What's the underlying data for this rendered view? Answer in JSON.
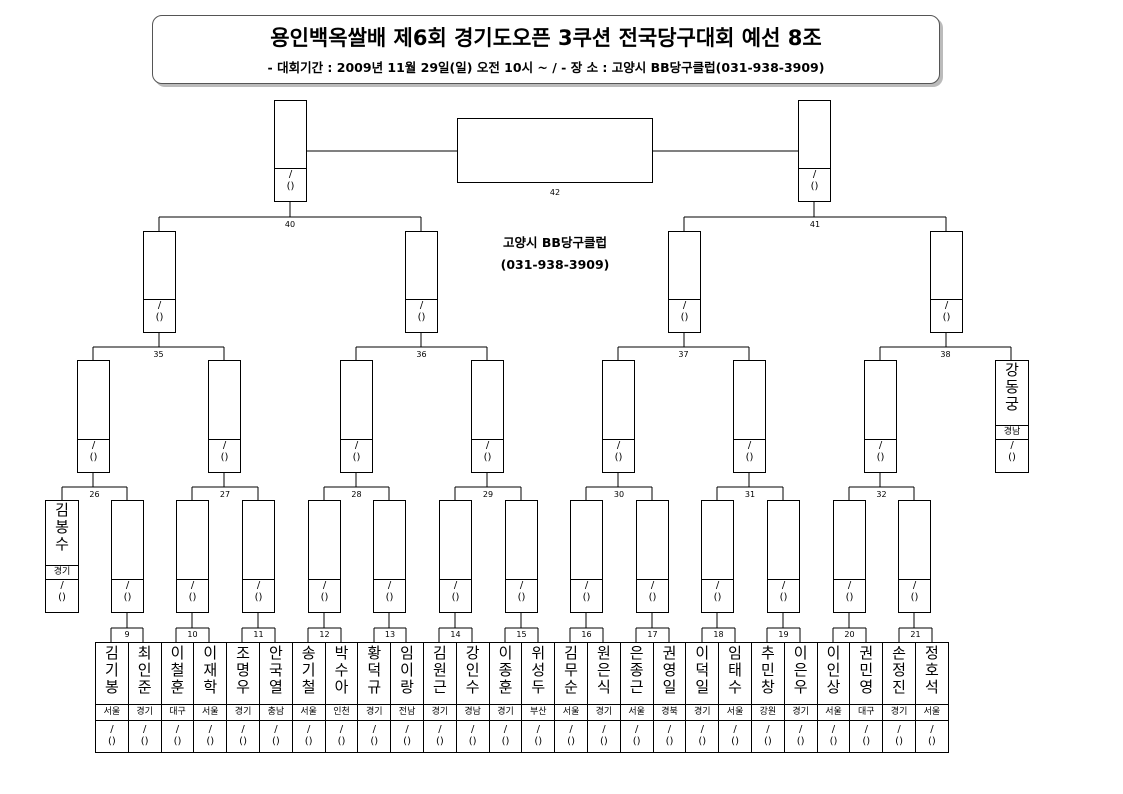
{
  "header": {
    "title": "용인백옥쌀배 제6회 경기도오픈 3쿠션 전국당구대회 예선 8조",
    "subtitle": "- 대회기간 : 2009년 11월 29일(일) 오전 10시 ~  /  - 장 소 : 고양시 BB당구클럽(031-938-3909)"
  },
  "venue": {
    "name": "고양시 BB당구클럽",
    "phone": "(031-938-3909)"
  },
  "score_blank": "/\n()",
  "matches": {
    "m9": "9",
    "m10": "10",
    "m11": "11",
    "m12": "12",
    "m13": "13",
    "m14": "14",
    "m15": "15",
    "m16": "16",
    "m17": "17",
    "m18": "18",
    "m19": "19",
    "m20": "20",
    "m21": "21",
    "m26": "26",
    "m27": "27",
    "m28": "28",
    "m29": "29",
    "m30": "30",
    "m31": "31",
    "m32": "32",
    "m35": "35",
    "m36": "36",
    "m37": "37",
    "m38": "38",
    "m40": "40",
    "m41": "41",
    "m42": "42"
  },
  "byes": [
    {
      "name": "김봉수",
      "region": "경기"
    },
    {
      "name": "강동궁",
      "region": "경남"
    }
  ],
  "players": [
    {
      "name": "김기봉",
      "region": "서울"
    },
    {
      "name": "최인준",
      "region": "경기"
    },
    {
      "name": "이철훈",
      "region": "대구"
    },
    {
      "name": "이재학",
      "region": "서울"
    },
    {
      "name": "조명우",
      "region": "경기"
    },
    {
      "name": "안국열",
      "region": "충남"
    },
    {
      "name": "송기철",
      "region": "서울"
    },
    {
      "name": "박수아",
      "region": "인천"
    },
    {
      "name": "황덕규",
      "region": "경기"
    },
    {
      "name": "임이랑",
      "region": "전남"
    },
    {
      "name": "김원근",
      "region": "경기"
    },
    {
      "name": "강인수",
      "region": "경남"
    },
    {
      "name": "이종훈",
      "region": "경기"
    },
    {
      "name": "위성두",
      "region": "부산"
    },
    {
      "name": "김무순",
      "region": "서울"
    },
    {
      "name": "원은식",
      "region": "경기"
    },
    {
      "name": "은종근",
      "region": "서울"
    },
    {
      "name": "권영일",
      "region": "경북"
    },
    {
      "name": "이덕일",
      "region": "경기"
    },
    {
      "name": "임태수",
      "region": "서울"
    },
    {
      "name": "추민창",
      "region": "강원"
    },
    {
      "name": "이은우",
      "region": "경기"
    },
    {
      "name": "이인상",
      "region": "서울"
    },
    {
      "name": "권민영",
      "region": "대구"
    },
    {
      "name": "손정진",
      "region": "경기"
    },
    {
      "name": "정호석",
      "region": "서울"
    }
  ]
}
